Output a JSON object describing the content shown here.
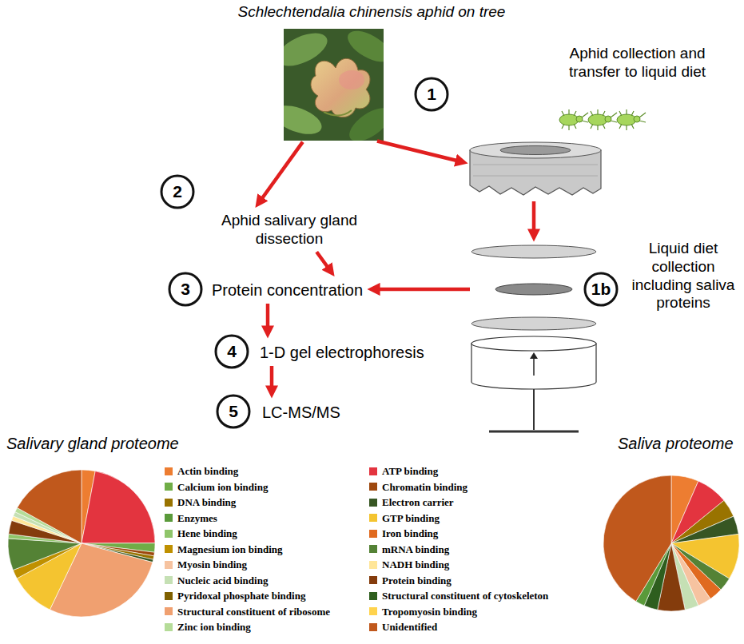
{
  "diagram": {
    "nodes": [
      {
        "text": [
          "Schlechtendalia chinensis aphid on tree"
        ]
      },
      {
        "text": [
          "1"
        ]
      },
      {
        "text": [
          "Aphid collection and transfer to liquid diet"
        ]
      },
      {
        "text": [
          "2"
        ]
      },
      {
        "text": [
          "Aphid salivary gland dissection"
        ]
      },
      {
        "text": [
          "Liquid diet collection including saliva proteins"
        ]
      },
      {
        "text": [
          "3"
        ]
      },
      {
        "text": [
          "Protein concentration"
        ]
      },
      {
        "text": [
          "1b"
        ]
      },
      {
        "text": [
          "4"
        ]
      },
      {
        "text": [
          "1-D gel electrophoresis"
        ]
      },
      {
        "text": [
          "5"
        ]
      },
      {
        "text": [
          "LC-MS/MS"
        ]
      }
    ],
    "edges": [
      {
        "from": 0,
        "to": 4,
        "arrow": "to"
      },
      {
        "from": 0,
        "to": 2,
        "arrow": "to"
      },
      {
        "from": 2,
        "to": 5,
        "arrow": "to"
      },
      {
        "from": 4,
        "to": 7,
        "arrow": "to"
      },
      {
        "from": 5,
        "to": 7,
        "arrow": "to"
      },
      {
        "from": 7,
        "to": 10,
        "arrow": "to"
      },
      {
        "from": 10,
        "to": 12,
        "arrow": "to"
      }
    ],
    "labels": [
      "Salivary gland proteome",
      "Saliva proteome"
    ],
    "legend": [
      {
        "text": "Actin binding",
        "color": "#ed7d31"
      },
      {
        "text": "ATP binding",
        "color": "#e3343f"
      },
      {
        "text": "Calcium ion binding",
        "color": "#70ad47"
      },
      {
        "text": "Chromatin binding",
        "color": "#9e480e"
      },
      {
        "text": "DNA binding",
        "color": "#997300"
      },
      {
        "text": "Electron carrier",
        "color": "#375623"
      },
      {
        "text": "Enzymes",
        "color": "#5a9a3a"
      },
      {
        "text": "GTP binding",
        "color": "#f4c430"
      },
      {
        "text": "Hene binding",
        "color": "#8fc56a"
      },
      {
        "text": "Iron binding",
        "color": "#e06a1f"
      },
      {
        "text": "Magnesium ion binding",
        "color": "#bf9000"
      },
      {
        "text": "mRNA binding",
        "color": "#548235"
      },
      {
        "text": "Myosin binding",
        "color": "#f6c3a0"
      },
      {
        "text": "NADH binding",
        "color": "#ffe699"
      },
      {
        "text": "Nucleic acid binding",
        "color": "#c5e0b4"
      },
      {
        "text": "Protein binding",
        "color": "#843c0c"
      },
      {
        "text": "Pyridoxal phosphate binding",
        "color": "#7f6000"
      },
      {
        "text": "Structural constituent of cytoskeleton",
        "color": "#2e5e1e"
      },
      {
        "text": "Structural constituent of ribosome",
        "color": "#f0a070"
      },
      {
        "text": "Tropomyosin binding",
        "color": "#ffd34d"
      },
      {
        "text": "Zinc ion binding",
        "color": "#b5dc98"
      },
      {
        "text": "Unidentified",
        "color": "#c0581c"
      }
    ]
  }
}
